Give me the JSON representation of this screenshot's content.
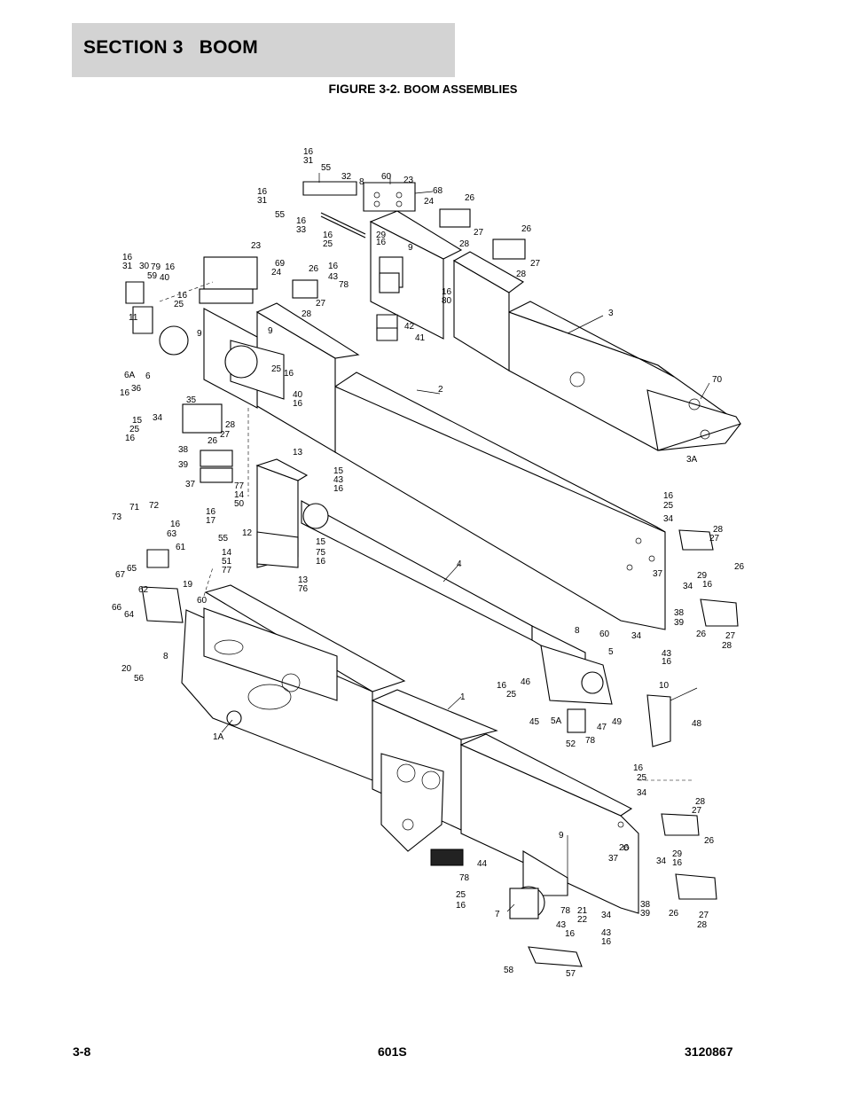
{
  "header": {
    "section": "SECTION 3",
    "title": "BOOM"
  },
  "figure": {
    "number": "FIGURE 3-2.",
    "caption": "BOOM ASSEMBLIES"
  },
  "footer": {
    "page": "3-8",
    "model": "601S",
    "doc": "3120867"
  },
  "callouts": [
    {
      "id": "c1",
      "t": "16"
    },
    {
      "id": "c2",
      "t": "31"
    },
    {
      "id": "c3",
      "t": "55"
    },
    {
      "id": "c4",
      "t": "32"
    },
    {
      "id": "c5",
      "t": "8"
    },
    {
      "id": "c6",
      "t": "60"
    },
    {
      "id": "c7",
      "t": "23"
    },
    {
      "id": "c8",
      "t": "68"
    },
    {
      "id": "c9",
      "t": "24"
    },
    {
      "id": "c10",
      "t": "26"
    },
    {
      "id": "c11",
      "t": "16"
    },
    {
      "id": "c12",
      "t": "31"
    },
    {
      "id": "c13",
      "t": "55"
    },
    {
      "id": "c14",
      "t": "16"
    },
    {
      "id": "c15",
      "t": "33"
    },
    {
      "id": "c16",
      "t": "16"
    },
    {
      "id": "c17",
      "t": "25"
    },
    {
      "id": "c18",
      "t": "29"
    },
    {
      "id": "c19",
      "t": "16"
    },
    {
      "id": "c20",
      "t": "27"
    },
    {
      "id": "c21",
      "t": "28"
    },
    {
      "id": "c22",
      "t": "26"
    },
    {
      "id": "c23",
      "t": "27"
    },
    {
      "id": "c24",
      "t": "28"
    },
    {
      "id": "c25",
      "t": "23"
    },
    {
      "id": "c26",
      "t": "9"
    },
    {
      "id": "c27",
      "t": "16"
    },
    {
      "id": "c28",
      "t": "43"
    },
    {
      "id": "c29",
      "t": "78"
    },
    {
      "id": "c30",
      "t": "16"
    },
    {
      "id": "c31",
      "t": "80"
    },
    {
      "id": "c32",
      "t": "42"
    },
    {
      "id": "c33",
      "t": "41"
    },
    {
      "id": "c34",
      "t": "3"
    },
    {
      "id": "c35",
      "t": "16"
    },
    {
      "id": "c36",
      "t": "31"
    },
    {
      "id": "c37",
      "t": "30"
    },
    {
      "id": "c38",
      "t": "79"
    },
    {
      "id": "c39",
      "t": "16"
    },
    {
      "id": "c40",
      "t": "59"
    },
    {
      "id": "c41",
      "t": "40"
    },
    {
      "id": "c42",
      "t": "16"
    },
    {
      "id": "c43",
      "t": "25"
    },
    {
      "id": "c44",
      "t": "69"
    },
    {
      "id": "c45",
      "t": "24"
    },
    {
      "id": "c46",
      "t": "26"
    },
    {
      "id": "c47",
      "t": "27"
    },
    {
      "id": "c48",
      "t": "28"
    },
    {
      "id": "c49",
      "t": "11"
    },
    {
      "id": "c50",
      "t": "9"
    },
    {
      "id": "c51",
      "t": "9"
    },
    {
      "id": "c52",
      "t": "6A"
    },
    {
      "id": "c53",
      "t": "6"
    },
    {
      "id": "c54",
      "t": "16"
    },
    {
      "id": "c55",
      "t": "36"
    },
    {
      "id": "c56",
      "t": "25"
    },
    {
      "id": "c57",
      "t": "16"
    },
    {
      "id": "c58",
      "t": "40"
    },
    {
      "id": "c59",
      "t": "16"
    },
    {
      "id": "c60",
      "t": "2"
    },
    {
      "id": "c61",
      "t": "70"
    },
    {
      "id": "c62",
      "t": "35"
    },
    {
      "id": "c63",
      "t": "34"
    },
    {
      "id": "c64",
      "t": "15"
    },
    {
      "id": "c65",
      "t": "25"
    },
    {
      "id": "c66",
      "t": "16"
    },
    {
      "id": "c67",
      "t": "28"
    },
    {
      "id": "c68",
      "t": "27"
    },
    {
      "id": "c69",
      "t": "26"
    },
    {
      "id": "c70",
      "t": "3A"
    },
    {
      "id": "c71",
      "t": "38"
    },
    {
      "id": "c72",
      "t": "39"
    },
    {
      "id": "c73",
      "t": "37"
    },
    {
      "id": "c74",
      "t": "13"
    },
    {
      "id": "c75",
      "t": "15"
    },
    {
      "id": "c76",
      "t": "43"
    },
    {
      "id": "c77",
      "t": "16"
    },
    {
      "id": "c78",
      "t": "77"
    },
    {
      "id": "c79",
      "t": "14"
    },
    {
      "id": "c80",
      "t": "50"
    },
    {
      "id": "c81",
      "t": "16"
    },
    {
      "id": "c82",
      "t": "25"
    },
    {
      "id": "c83",
      "t": "34"
    },
    {
      "id": "c84",
      "t": "71"
    },
    {
      "id": "c85",
      "t": "72"
    },
    {
      "id": "c86",
      "t": "73"
    },
    {
      "id": "c87",
      "t": "16"
    },
    {
      "id": "c88",
      "t": "17"
    },
    {
      "id": "c89",
      "t": "55"
    },
    {
      "id": "c90",
      "t": "12"
    },
    {
      "id": "c91",
      "t": "15"
    },
    {
      "id": "c92",
      "t": "75"
    },
    {
      "id": "c93",
      "t": "16"
    },
    {
      "id": "c94",
      "t": "16"
    },
    {
      "id": "c95",
      "t": "63"
    },
    {
      "id": "c96",
      "t": "61"
    },
    {
      "id": "c97",
      "t": "14"
    },
    {
      "id": "c98",
      "t": "51"
    },
    {
      "id": "c99",
      "t": "77"
    },
    {
      "id": "c100",
      "t": "28"
    },
    {
      "id": "c101",
      "t": "27"
    },
    {
      "id": "c102",
      "t": "26"
    },
    {
      "id": "c103",
      "t": "67"
    },
    {
      "id": "c104",
      "t": "65"
    },
    {
      "id": "c105",
      "t": "13"
    },
    {
      "id": "c106",
      "t": "76"
    },
    {
      "id": "c107",
      "t": "4"
    },
    {
      "id": "c108",
      "t": "29"
    },
    {
      "id": "c109",
      "t": "16"
    },
    {
      "id": "c110",
      "t": "37"
    },
    {
      "id": "c111",
      "t": "34"
    },
    {
      "id": "c112",
      "t": "62"
    },
    {
      "id": "c113",
      "t": "19"
    },
    {
      "id": "c114",
      "t": "66"
    },
    {
      "id": "c115",
      "t": "64"
    },
    {
      "id": "c116",
      "t": "60"
    },
    {
      "id": "c117",
      "t": "38"
    },
    {
      "id": "c118",
      "t": "39"
    },
    {
      "id": "c119",
      "t": "26"
    },
    {
      "id": "c120",
      "t": "27"
    },
    {
      "id": "c121",
      "t": "28"
    },
    {
      "id": "c122",
      "t": "8"
    },
    {
      "id": "c123",
      "t": "34"
    },
    {
      "id": "c124",
      "t": "43"
    },
    {
      "id": "c125",
      "t": "16"
    },
    {
      "id": "c126",
      "t": "8"
    },
    {
      "id": "c127",
      "t": "60"
    },
    {
      "id": "c128",
      "t": "20"
    },
    {
      "id": "c129",
      "t": "56"
    },
    {
      "id": "c130",
      "t": "5"
    },
    {
      "id": "c131",
      "t": "1"
    },
    {
      "id": "c132",
      "t": "16"
    },
    {
      "id": "c133",
      "t": "46"
    },
    {
      "id": "c134",
      "t": "25"
    },
    {
      "id": "c135",
      "t": "10"
    },
    {
      "id": "c136",
      "t": "1A"
    },
    {
      "id": "c137",
      "t": "45"
    },
    {
      "id": "c138",
      "t": "5A"
    },
    {
      "id": "c139",
      "t": "49"
    },
    {
      "id": "c140",
      "t": "47"
    },
    {
      "id": "c141",
      "t": "48"
    },
    {
      "id": "c142",
      "t": "78"
    },
    {
      "id": "c143",
      "t": "52"
    },
    {
      "id": "c144",
      "t": "16"
    },
    {
      "id": "c145",
      "t": "25"
    },
    {
      "id": "c146",
      "t": "34"
    },
    {
      "id": "c147",
      "t": "28"
    },
    {
      "id": "c148",
      "t": "27"
    },
    {
      "id": "c149",
      "t": "26"
    },
    {
      "id": "c150",
      "t": "9"
    },
    {
      "id": "c151",
      "t": "26"
    },
    {
      "id": "c152",
      "t": "29"
    },
    {
      "id": "c153",
      "t": "16"
    },
    {
      "id": "c154",
      "t": "37"
    },
    {
      "id": "c155",
      "t": "34"
    },
    {
      "id": "c156",
      "t": "44"
    },
    {
      "id": "c157",
      "t": "78"
    },
    {
      "id": "c158",
      "t": "25"
    },
    {
      "id": "c159",
      "t": "16"
    },
    {
      "id": "c160",
      "t": "7"
    },
    {
      "id": "c161",
      "t": "78"
    },
    {
      "id": "c162",
      "t": "21"
    },
    {
      "id": "c163",
      "t": "22"
    },
    {
      "id": "c164",
      "t": "38"
    },
    {
      "id": "c165",
      "t": "39"
    },
    {
      "id": "c166",
      "t": "26"
    },
    {
      "id": "c167",
      "t": "27"
    },
    {
      "id": "c168",
      "t": "28"
    },
    {
      "id": "c169",
      "t": "43"
    },
    {
      "id": "c170",
      "t": "16"
    },
    {
      "id": "c171",
      "t": "34"
    },
    {
      "id": "c172",
      "t": "43"
    },
    {
      "id": "c173",
      "t": "16"
    },
    {
      "id": "c174",
      "t": "58"
    },
    {
      "id": "c175",
      "t": "57"
    }
  ]
}
